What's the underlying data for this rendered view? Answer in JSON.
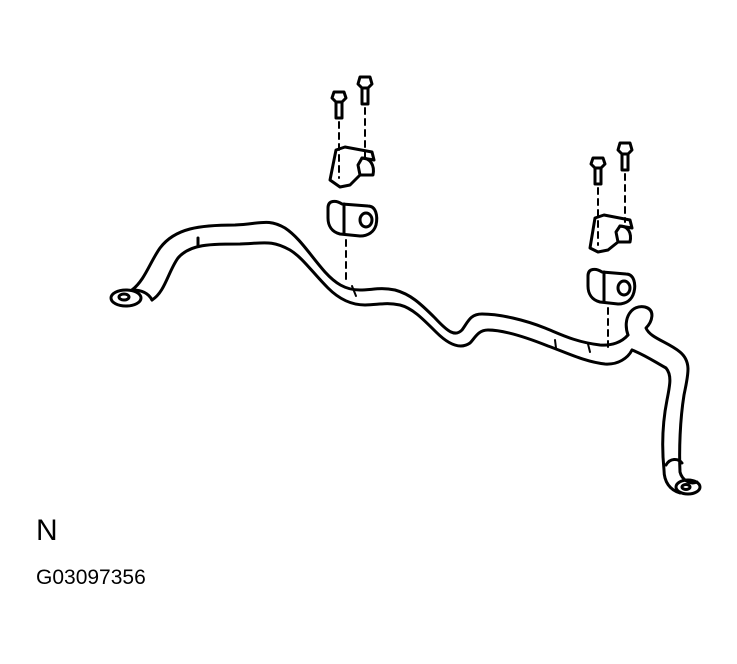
{
  "diagram": {
    "subject": "stabilizer bar with bushings, brackets and bolts",
    "orientation_label": "N",
    "figure_code": "G03097356",
    "stroke_color": "#000000",
    "background_color": "#ffffff"
  }
}
